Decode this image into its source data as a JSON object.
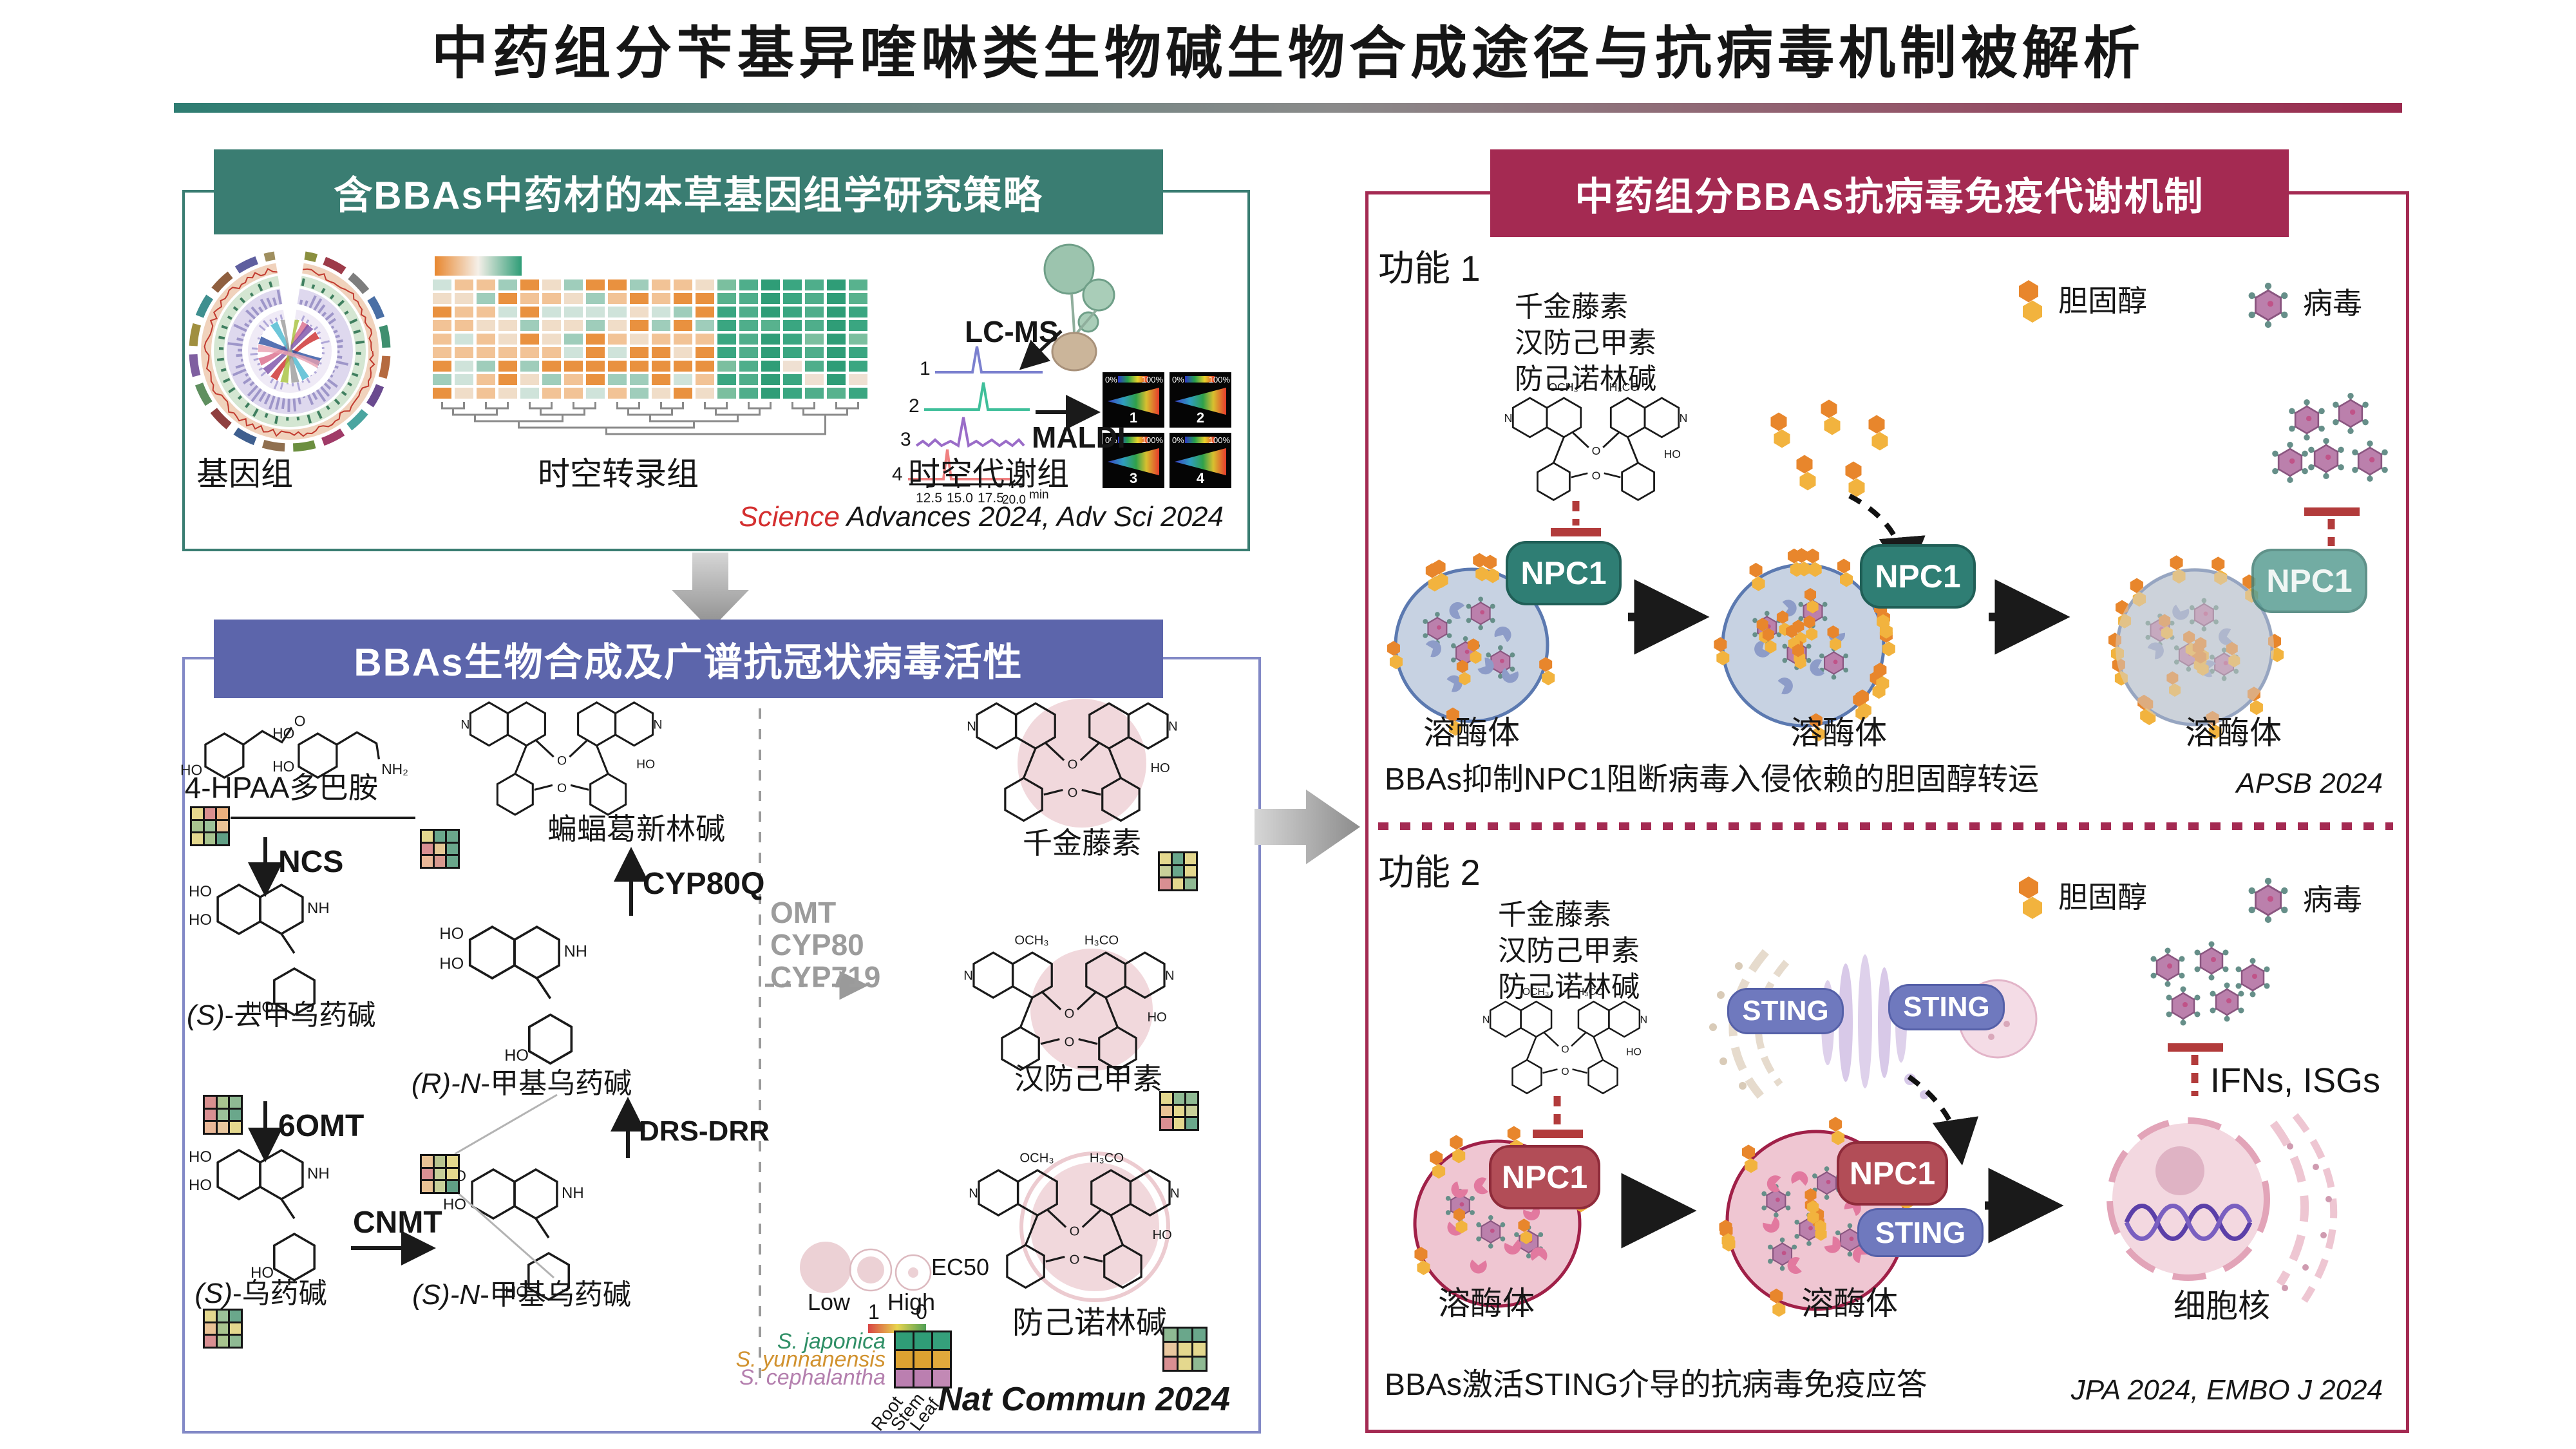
{
  "title": "中药组分苄基异喹啉类生物碱生物合成途径与抗病毒机制被解析",
  "atoms": {
    "ho": "HO",
    "h3co": "H₃CO",
    "och3": "OCH₃",
    "nh2": "NH₂",
    "nh": "NH",
    "n": "N",
    "o": "O"
  },
  "genomics": {
    "header": "含BBAs中药材的本草基因组学研究策略",
    "omics_labels": {
      "genome": "基因组",
      "transcriptome": "时空转录组",
      "metabolome": "时空代谢组"
    },
    "lcms_label": "LC-MS",
    "maldi_label": "MALDI",
    "trace_numbers": [
      "1",
      "2",
      "3",
      "4"
    ],
    "axis_ticks": [
      "12.5",
      "15.0",
      "17.5",
      "20.0"
    ],
    "axis_unit": "min",
    "maldi_tiles": [
      {
        "low": "0%",
        "high": "100%",
        "num": "1"
      },
      {
        "low": "0%",
        "high": "100%",
        "num": "2"
      },
      {
        "low": "0%",
        "high": "100%",
        "num": "3"
      },
      {
        "low": "0%",
        "high": "100%",
        "num": "4"
      }
    ],
    "citation_journal": "Science",
    "citation_rest": " Advances 2024,   Adv Sci 2024"
  },
  "biosynthesis": {
    "header": "BBAs生物合成及广谱抗冠状病毒活性",
    "substrates": {
      "hpaa": "4-HPAA",
      "dopamine": "多巴胺"
    },
    "enzymes": {
      "ncs": "NCS",
      "omt6": "6OMT",
      "cnmt": "CNMT",
      "cyp80q": "CYP80Q",
      "drs": "DRS-DRR"
    },
    "gray_enzymes": [
      "OMT",
      "CYP80",
      "CYP719"
    ],
    "intermediates": {
      "norcoclaurine": {
        "stereo": "(S)",
        "name": "-去甲乌药碱"
      },
      "coclaurine": {
        "stereo": "(S)",
        "name": "-乌药碱"
      },
      "nmethyl_r": {
        "stereo": "(R)-N",
        "name": "-甲基乌药碱"
      },
      "nmethyl_s": {
        "stereo": "(S)-N",
        "name": "-甲基乌药碱"
      },
      "menisperine": "蝙蝠葛新林碱"
    },
    "products": {
      "cepharanthine": "千金藤素",
      "tetrandrine": "汉防己甲素",
      "fangchinoline": "防己诺林碱"
    },
    "ec50": {
      "label": "EC50",
      "low": "Low",
      "high": "High",
      "scale_left": "1",
      "scale_right": "0"
    },
    "species": [
      "S. japonica",
      "S. yunnanensis",
      "S. cephalantha"
    ],
    "tissues": [
      "Root",
      "Stem",
      "Leaf"
    ],
    "citation": "Nat Commun 2024"
  },
  "mechanism": {
    "header": "中药组分BBAs抗病毒免疫代谢机制",
    "legend": {
      "cholesterol": "胆固醇",
      "virus": "病毒"
    },
    "func1": {
      "label": "功能 1",
      "compounds": [
        "千金藤素",
        "汉防己甲素",
        "防己诺林碱"
      ],
      "npc1": "NPC1",
      "lysosome": "溶酶体",
      "caption": "BBAs抑制NPC1阻断病毒入侵依赖的胆固醇转运",
      "citation": "APSB 2024"
    },
    "func2": {
      "label": "功能 2",
      "compounds": [
        "千金藤素",
        "汉防己甲素",
        "防己诺林碱"
      ],
      "npc1": "NPC1",
      "sting": "STING",
      "lysosome": "溶酶体",
      "nucleus": "细胞核",
      "ifns": "IFNs, ISGs",
      "caption": "BBAs激活STING介导的抗病毒免疫应答",
      "citation": "JPA 2024, EMBO J 2024"
    }
  }
}
